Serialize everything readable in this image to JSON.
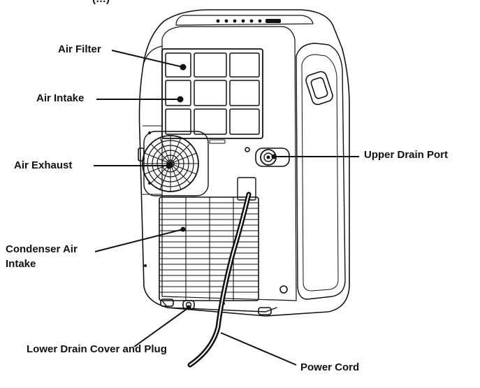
{
  "header_fragment": "(…)",
  "labels": {
    "air_filter": "Air Filter",
    "air_intake": "Air Intake",
    "air_exhaust": "Air Exhaust",
    "condenser_air_intake": "Condenser Air Intake",
    "upper_drain_port": "Upper Drain Port",
    "lower_drain": "Lower Drain Cover and Plug",
    "power_cord": "Power Cord"
  },
  "colors": {
    "line": "#111111",
    "background": "#ffffff"
  },
  "icons": [
    "fan-grille-icon",
    "drain-port-icon",
    "plug-icon"
  ]
}
